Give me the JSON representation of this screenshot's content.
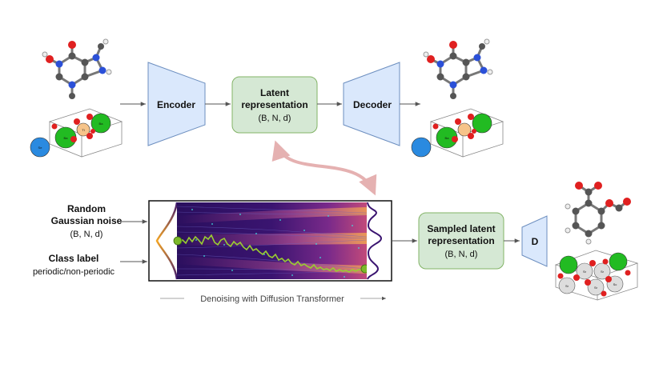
{
  "top_row": {
    "encoder": {
      "label": "Encoder"
    },
    "latent": {
      "title_line1": "Latent",
      "title_line2": "representation",
      "dims": "(B, N, d)"
    },
    "decoder": {
      "label": "Decoder"
    }
  },
  "bottom_row": {
    "noise": {
      "line1": "Random",
      "line2": "Gaussian noise",
      "dims": "(B, N, d)"
    },
    "class_label": {
      "line1": "Class label",
      "line2": "periodic/non-periodic"
    },
    "sampled_latent": {
      "line1": "Sampled latent",
      "line2": "representation",
      "dims": "(B, N, d)"
    },
    "d_block": {
      "label": "D"
    },
    "caption": "Denoising with Diffusion Transformer"
  },
  "atom_labels": {
    "crystal_a": [
      "Ba",
      "Ba",
      "Ba",
      "Se",
      "Ti"
    ],
    "crystal_b": [
      "Sr",
      "Sr",
      "Sr",
      "Sr",
      "Sc"
    ]
  },
  "colors": {
    "encoder_fill": "#dae8fc",
    "encoder_stroke": "#6c8ebf",
    "latent_fill": "#d5e8d4",
    "latent_stroke": "#82b366",
    "curve_arrow": "#e3a9a9",
    "trajectory": "#9acd32",
    "heatmap_dark": "#1a0f4d",
    "heatmap_bright": "#f5a623"
  }
}
